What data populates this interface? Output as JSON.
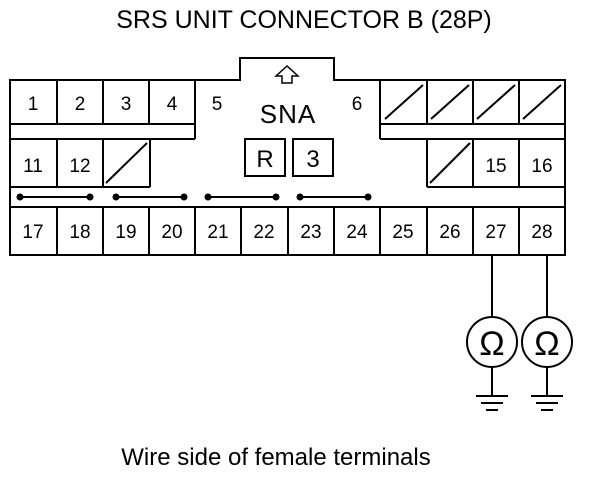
{
  "title": "SRS UNIT CONNECTOR B (28P)",
  "caption": "Wire side of female terminals",
  "connector": {
    "row1": [
      "1",
      "2",
      "3",
      "4",
      "5",
      "6"
    ],
    "row2": [
      "11",
      "12",
      "15",
      "16"
    ],
    "row3": [
      "17",
      "18",
      "19",
      "20",
      "21",
      "22",
      "23",
      "24",
      "25",
      "26",
      "27",
      "28"
    ],
    "center_label": "SNA",
    "box_r": "R",
    "box_3": "3"
  },
  "meter_symbol": "Ω",
  "icons": [
    "arrow-up-icon",
    "ohmmeter-icon",
    "ground-icon"
  ]
}
